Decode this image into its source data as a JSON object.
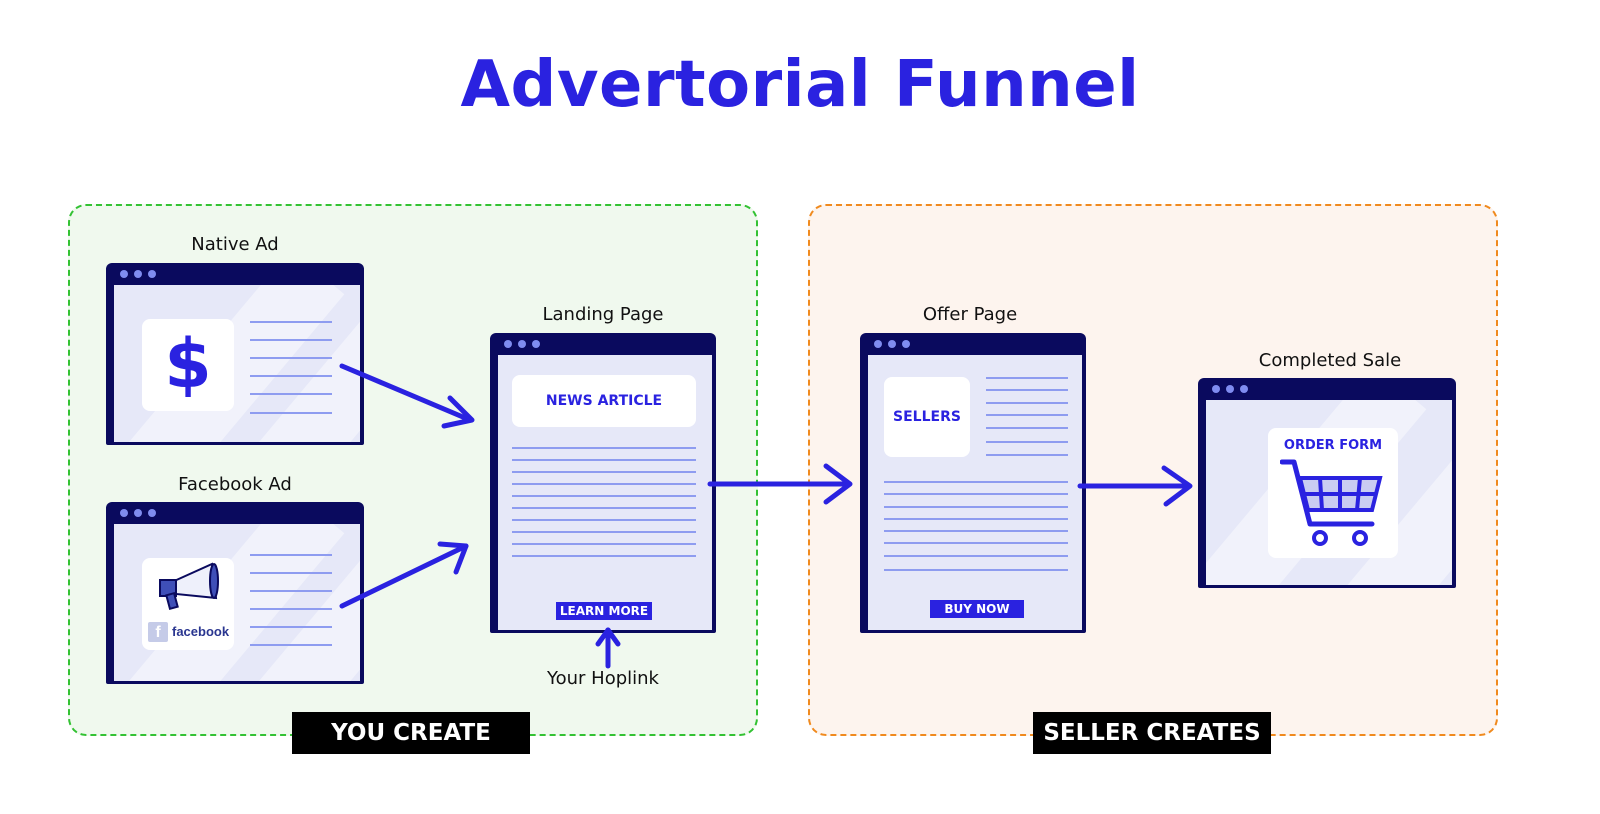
{
  "title": "Advertorial Funnel",
  "zones": {
    "you_create": {
      "label": "YOU CREATE",
      "border_color": "#33c233"
    },
    "seller_creates": {
      "label": "SELLER CREATES",
      "border_color": "#f08a1e"
    }
  },
  "nodes": {
    "native_ad": {
      "caption": "Native Ad",
      "icon": "dollar-sign-icon",
      "glyph": "$"
    },
    "facebook_ad": {
      "caption": "Facebook Ad",
      "icon": "megaphone-icon",
      "brand_text": "facebook",
      "brand_glyph": "f"
    },
    "landing_page": {
      "caption": "Landing Page",
      "card_text": "NEWS ARTICLE",
      "button": "LEARN MORE",
      "annotation": "Your Hoplink"
    },
    "offer_page": {
      "caption": "Offer Page",
      "card_text": "SELLERS",
      "button": "BUY NOW"
    },
    "completed_sale": {
      "caption": "Completed Sale",
      "card_text": "ORDER FORM",
      "icon": "shopping-cart-icon"
    }
  },
  "edges": [
    {
      "from": "Native Ad",
      "to": "Landing Page"
    },
    {
      "from": "Facebook Ad",
      "to": "Landing Page"
    },
    {
      "from": "Landing Page",
      "to": "Offer Page"
    },
    {
      "from": "Offer Page",
      "to": "Completed Sale"
    }
  ],
  "colors": {
    "accent": "#2a22e0",
    "window": "#0a0a5e",
    "line": "#8e9cf0"
  }
}
